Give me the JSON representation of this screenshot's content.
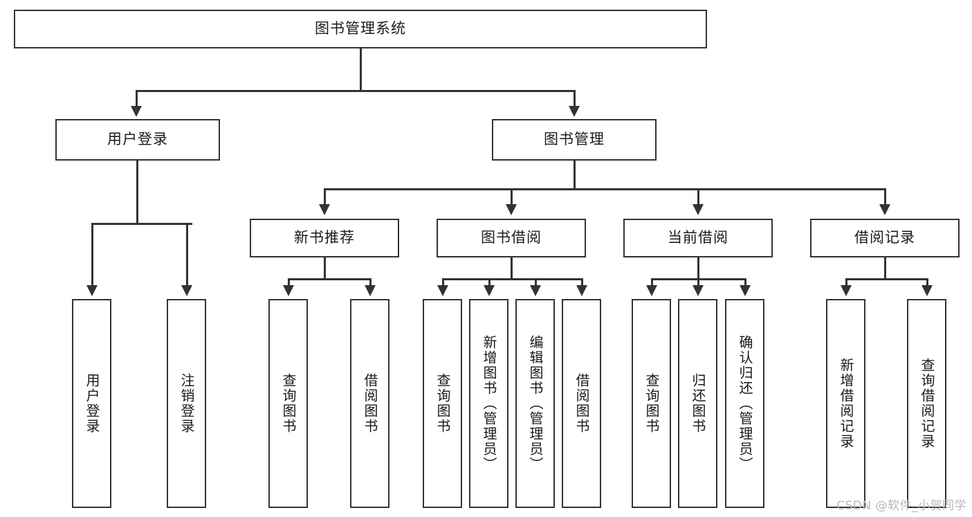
{
  "diagram": {
    "title": "图书管理系统",
    "type": "tree-hierarchy",
    "orientation": "top-down",
    "colors": {
      "stroke": "#333333",
      "fill": "#ffffff",
      "text": "#1a1a1a",
      "watermark": "#b9b9b9"
    },
    "root": {
      "label": "图书管理系统"
    },
    "level1": [
      {
        "id": "user-login",
        "label": "用户登录"
      },
      {
        "id": "book-manage",
        "label": "图书管理"
      }
    ],
    "level2": [
      {
        "id": "new-book-recommend",
        "label": "新书推荐"
      },
      {
        "id": "book-borrow",
        "label": "图书借阅"
      },
      {
        "id": "current-borrow",
        "label": "当前借阅"
      },
      {
        "id": "borrow-record",
        "label": "借阅记录"
      }
    ],
    "leaves": [
      {
        "id": "leaf-user-login",
        "label": "用户登录",
        "parent": "user-login"
      },
      {
        "id": "leaf-logout-login",
        "label": "注销登录",
        "parent": "user-login"
      },
      {
        "id": "leaf-query-book-1",
        "label": "查询图书",
        "parent": "new-book-recommend"
      },
      {
        "id": "leaf-borrow-book-1",
        "label": "借阅图书",
        "parent": "new-book-recommend"
      },
      {
        "id": "leaf-query-book-2",
        "label": "查询图书",
        "parent": "book-borrow"
      },
      {
        "id": "leaf-add-book",
        "label": "新增图书（管理员）",
        "parent": "book-borrow"
      },
      {
        "id": "leaf-edit-book",
        "label": "编辑图书（管理员）",
        "parent": "book-borrow"
      },
      {
        "id": "leaf-borrow-book-2",
        "label": "借阅图书",
        "parent": "book-borrow"
      },
      {
        "id": "leaf-query-book-3",
        "label": "查询图书",
        "parent": "current-borrow"
      },
      {
        "id": "leaf-return-book",
        "label": "归还图书",
        "parent": "current-borrow"
      },
      {
        "id": "leaf-confirm-return",
        "label": "确认归还（管理员）",
        "parent": "current-borrow"
      },
      {
        "id": "leaf-add-record",
        "label": "新增借阅记录",
        "parent": "borrow-record"
      },
      {
        "id": "leaf-query-record",
        "label": "查询借阅记录",
        "parent": "borrow-record"
      }
    ]
  },
  "watermark": {
    "text": "CSDN @软件_小贺同学"
  }
}
